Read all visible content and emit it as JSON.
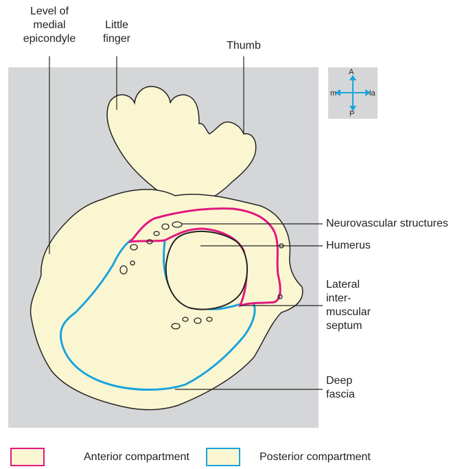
{
  "labels": {
    "medial_epicondyle": "Level of\nmedial\nepicondyle",
    "little_finger": "Little\nfinger",
    "thumb": "Thumb",
    "neurovascular": "Neurovascular structures",
    "humerus": "Humerus",
    "lateral_septum": "Lateral\ninter-\nmuscular\nseptum",
    "deep_fascia": "Deep\nfascia"
  },
  "orientation": {
    "anterior": "A",
    "posterior": "P",
    "medial": "m",
    "lateral": "la"
  },
  "legend": [
    {
      "label": "Anterior compartment",
      "color": "#e0177f"
    },
    {
      "label": "Posterior compartment",
      "color": "#1aa3dd"
    }
  ],
  "colors": {
    "background_panel": "#d4d6d8",
    "tissue": "#fbf6d2",
    "anterior": "#e0177f",
    "posterior": "#1aa3dd",
    "outline": "#222222"
  }
}
